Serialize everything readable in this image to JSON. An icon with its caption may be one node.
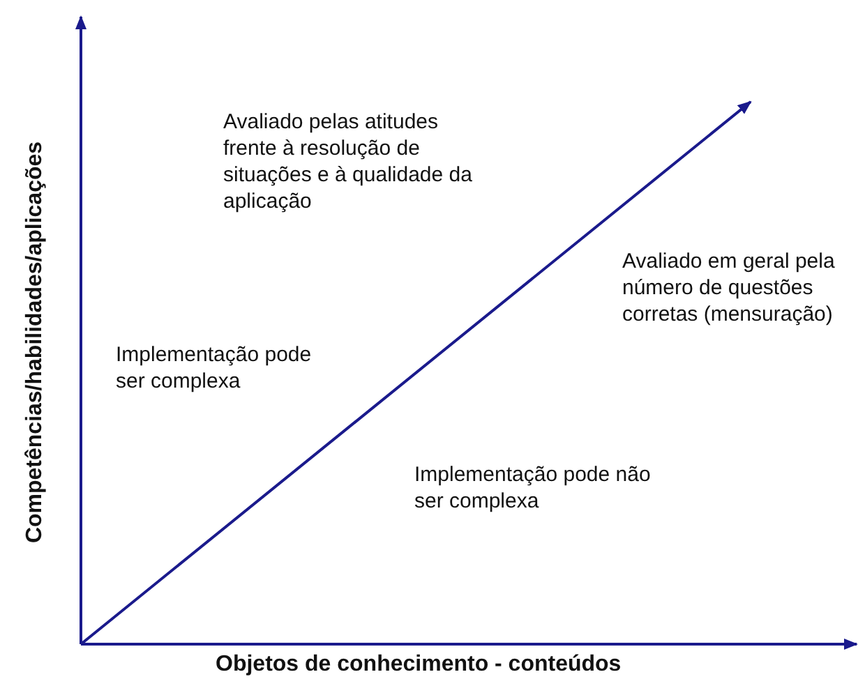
{
  "diagram": {
    "labels": [
      "Competências/habilidades/aplicações",
      "Avaliado pelas atitudes frente à resolução de situações e à qualidade da aplicação",
      "Avaliado em geral pela número de questões corretas (mensuração)",
      "Implementação pode ser complexa",
      "Implementação pode não ser complexa",
      "Objetos de conhecimento - conteúdos"
    ]
  }
}
